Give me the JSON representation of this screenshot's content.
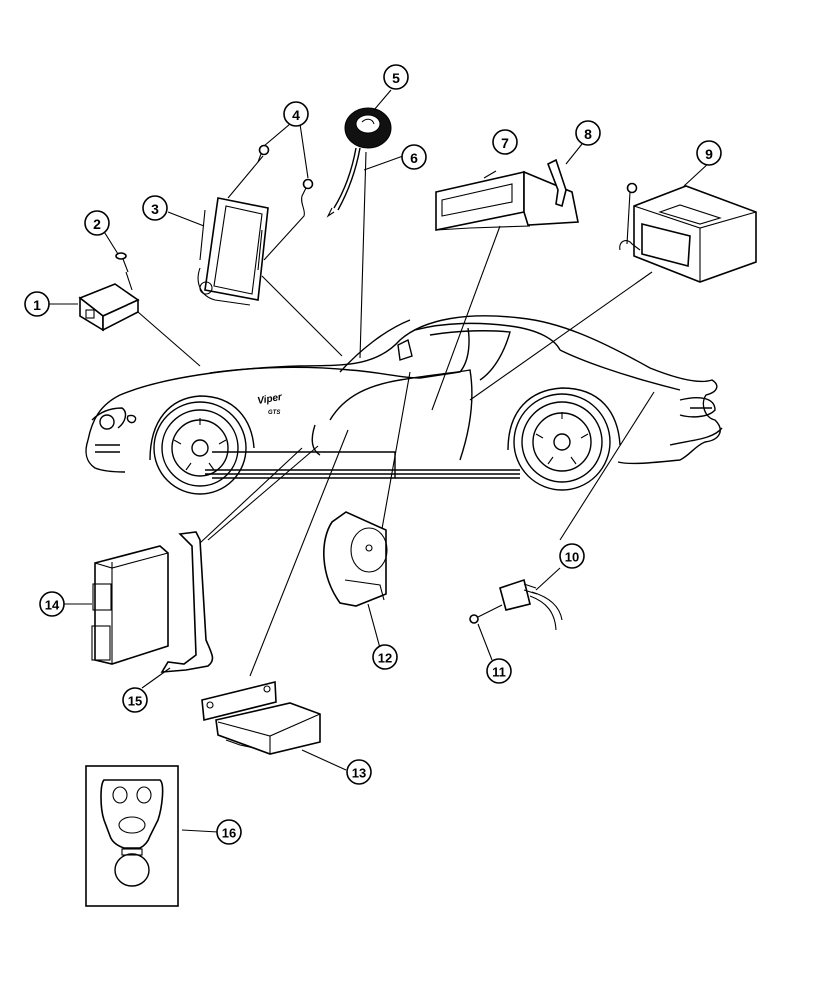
{
  "diagram": {
    "type": "exploded parts diagram",
    "subject": "sports car electrical modules / airbag / remote key components",
    "vehicle_badge": "Viper",
    "vehicle_badge_sub": "GTS",
    "callouts": [
      {
        "id": "1",
        "label": "1"
      },
      {
        "id": "2",
        "label": "2"
      },
      {
        "id": "3",
        "label": "3"
      },
      {
        "id": "4",
        "label": "4"
      },
      {
        "id": "5",
        "label": "5"
      },
      {
        "id": "6",
        "label": "6"
      },
      {
        "id": "7",
        "label": "7"
      },
      {
        "id": "8",
        "label": "8"
      },
      {
        "id": "9",
        "label": "9"
      },
      {
        "id": "10",
        "label": "10"
      },
      {
        "id": "11",
        "label": "11"
      },
      {
        "id": "12",
        "label": "12"
      },
      {
        "id": "13",
        "label": "13"
      },
      {
        "id": "14",
        "label": "14"
      },
      {
        "id": "15",
        "label": "15"
      },
      {
        "id": "16",
        "label": "16"
      }
    ]
  }
}
